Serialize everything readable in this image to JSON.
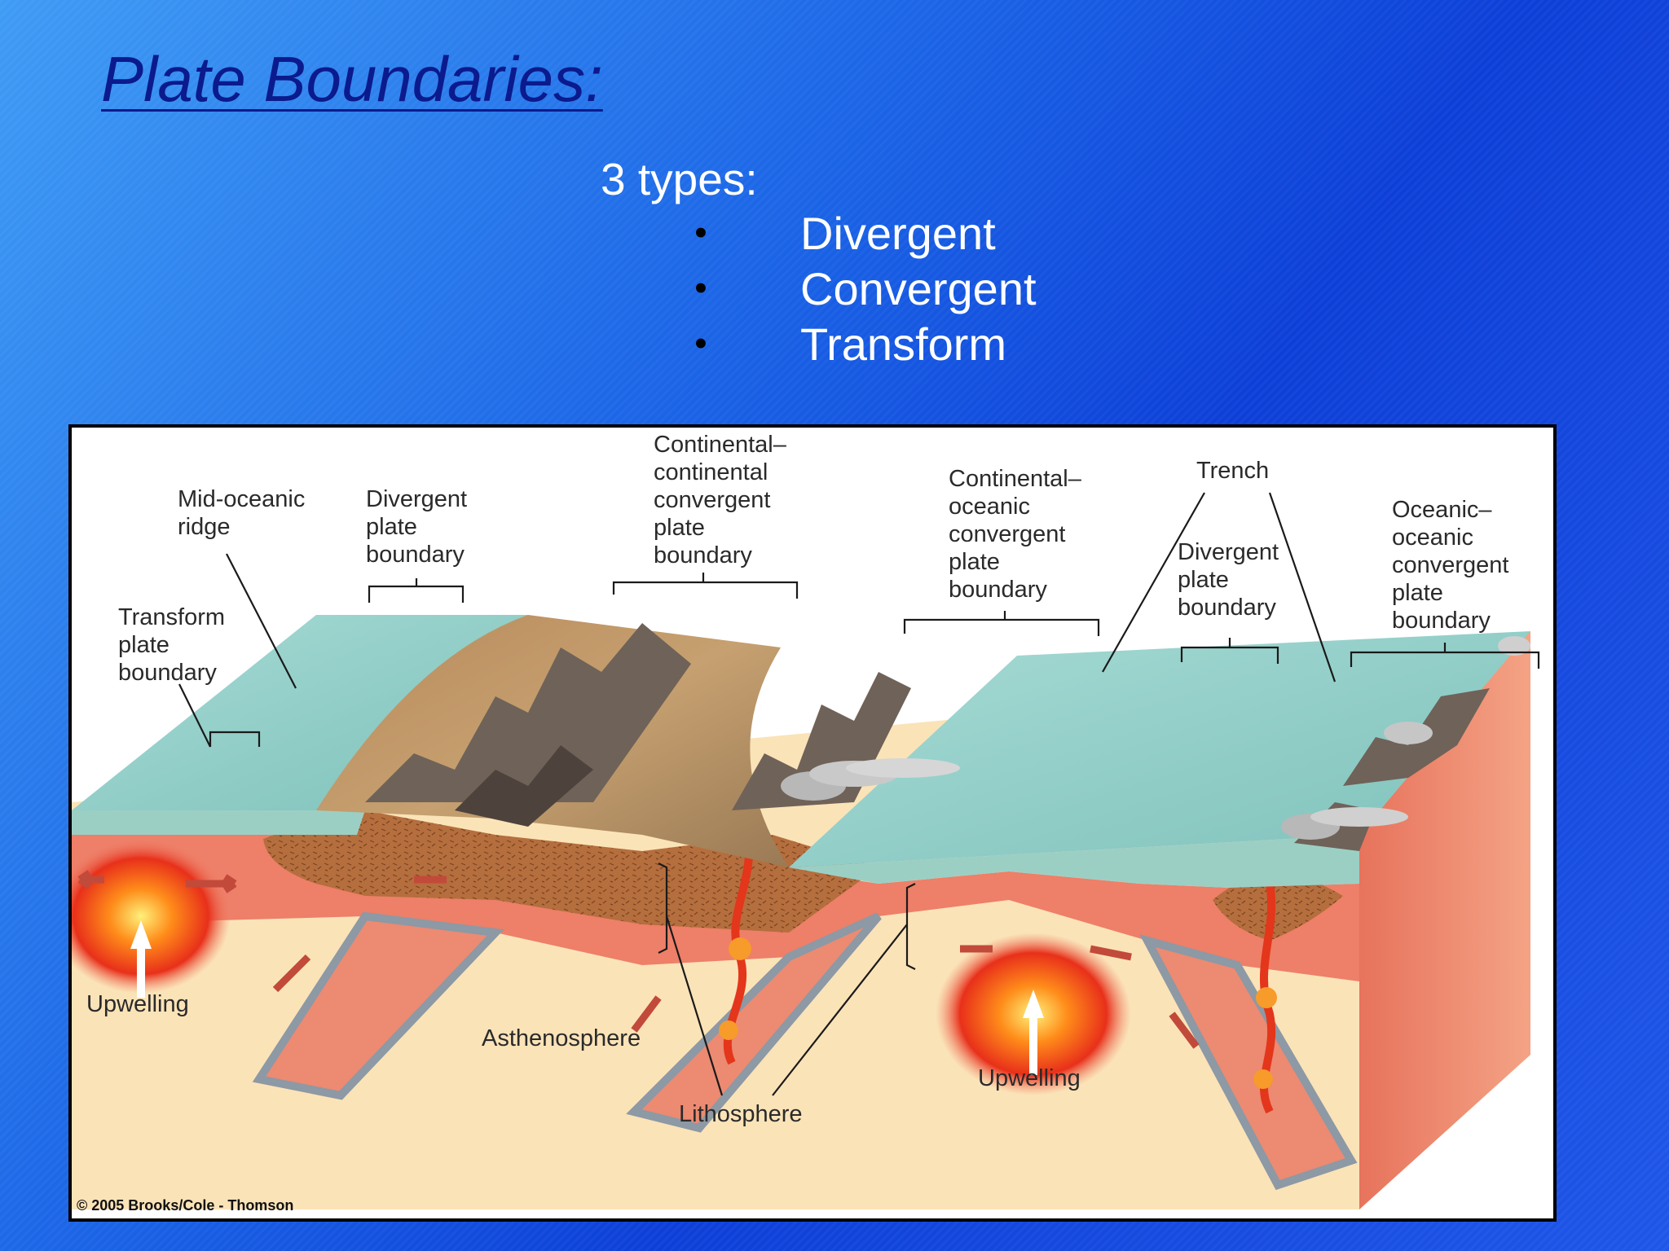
{
  "slide": {
    "title": "Plate Boundaries:",
    "intro": "3 types:",
    "types": [
      "Divergent",
      "Convergent",
      "Transform"
    ]
  },
  "diagram": {
    "labels": {
      "mid_oceanic_ridge": [
        "Mid-oceanic",
        "ridge"
      ],
      "divergent_left": [
        "Divergent",
        "plate",
        "boundary"
      ],
      "transform": [
        "Transform",
        "plate",
        "boundary"
      ],
      "continental_continental": [
        "Continental–",
        "continental",
        "convergent",
        "plate",
        "boundary"
      ],
      "continental_oceanic": [
        "Continental–",
        "oceanic",
        "convergent",
        "plate",
        "boundary"
      ],
      "trench": "Trench",
      "divergent_right": [
        "Divergent",
        "plate",
        "boundary"
      ],
      "oceanic_oceanic": [
        "Oceanic–",
        "oceanic",
        "convergent",
        "plate",
        "boundary"
      ],
      "upwelling_left": "Upwelling",
      "asthenosphere": "Asthenosphere",
      "upwelling_right": "Upwelling",
      "lithosphere": "Lithosphere"
    },
    "copyright": "© 2005 Brooks/Cole - Thomson"
  },
  "colors": {
    "title": "#0b1a8c",
    "ocean_surface": "#8fcfca",
    "ocean_side": "#8fc3b8",
    "lithosphere": "#ee7f68",
    "asthenosphere": "#f8d9a8",
    "crust_brown": "#b06a38",
    "magma": "#e83a1c"
  }
}
